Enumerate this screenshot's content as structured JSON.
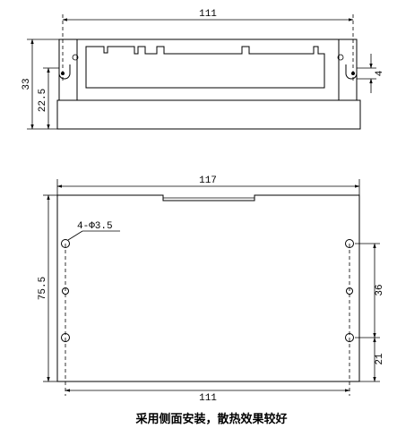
{
  "top_view": {
    "width_dim": "111",
    "height_total_dim": "33",
    "height_base_dim": "22.5",
    "slot_dim": "4"
  },
  "side_view": {
    "width_top_dim": "117",
    "width_bottom_dim": "111",
    "height_dim": "75.5",
    "hole_spacing_dim": "36",
    "hole_offset_dim": "21",
    "hole_callout": "4-Φ3.5"
  },
  "caption": "采用侧面安装，散热效果较好"
}
